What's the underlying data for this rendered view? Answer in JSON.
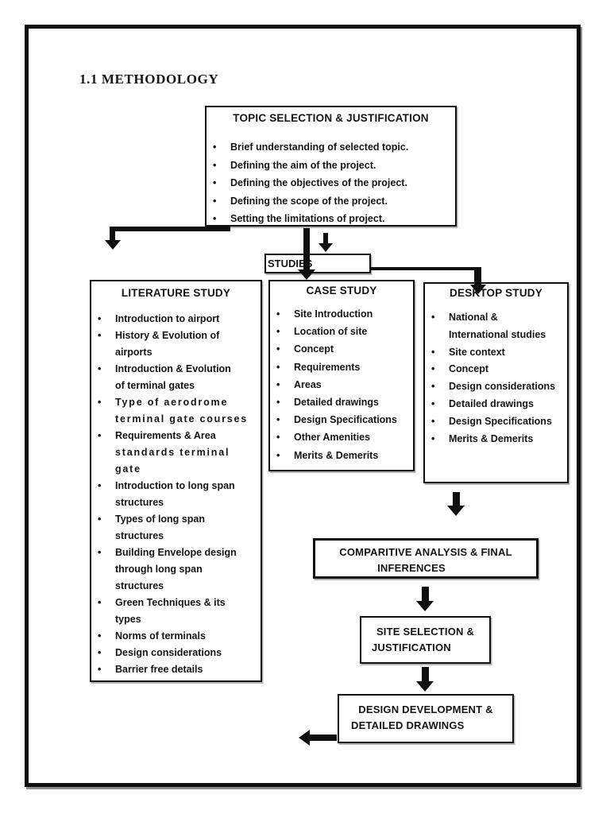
{
  "page": {
    "heading": "1.1 METHODOLOGY"
  },
  "colors": {
    "ink": "#0f0f0f",
    "paper": "#ffffff"
  },
  "topic_box": {
    "title": "TOPIC SELECTION & JUSTIFICATION",
    "items": [
      "Brief understanding of selected topic.",
      "Defining the aim of the project.",
      "Defining the objectives of the project.",
      "Defining the scope of the project.",
      "Setting the limitations of project."
    ]
  },
  "studies_box": {
    "label": "STUDIES"
  },
  "literature_box": {
    "title": "LITERATURE STUDY",
    "items": [
      {
        "lines": [
          "Introduction to airport"
        ]
      },
      {
        "lines": [
          "History & Evolution of",
          "airports"
        ]
      },
      {
        "lines": [
          "Introduction & Evolution",
          "of terminal gates"
        ]
      },
      {
        "lines": [
          {
            "text": "Type of aerodrome",
            "tracked": true
          },
          {
            "text": "terminal gate courses",
            "tracked": true
          }
        ]
      },
      {
        "lines": [
          "Requirements & Area",
          {
            "text": "standards terminal",
            "tracked": true
          },
          {
            "text": "gate",
            "tracked": true
          }
        ]
      },
      {
        "lines": [
          "Introduction to long span",
          "structures"
        ]
      },
      {
        "lines": [
          "Types of long span",
          "structures"
        ]
      },
      {
        "lines": [
          "Building Envelope design",
          "through long span",
          "structures"
        ]
      },
      {
        "lines": [
          "Green Techniques & its",
          "types"
        ]
      },
      {
        "lines": [
          "Norms of terminals"
        ]
      },
      {
        "lines": [
          "Design considerations"
        ]
      },
      {
        "lines": [
          "Barrier free details"
        ]
      }
    ]
  },
  "case_box": {
    "title": "CASE STUDY",
    "items": [
      "Site Introduction",
      "Location of site",
      "Concept",
      "Requirements",
      "Areas",
      "Detailed drawings",
      "Design Specifications",
      "Other Amenities",
      "Merits & Demerits"
    ]
  },
  "desktop_box": {
    "title": "DESKTOP STUDY",
    "items": [
      {
        "lines": [
          "National &",
          "International studies"
        ]
      },
      {
        "lines": [
          "Site context"
        ]
      },
      {
        "lines": [
          "Concept"
        ]
      },
      {
        "lines": [
          "Design considerations"
        ]
      },
      {
        "lines": [
          "Detailed drawings"
        ]
      },
      {
        "lines": [
          "Design Specifications"
        ]
      },
      {
        "lines": [
          "Merits & Demerits"
        ]
      }
    ]
  },
  "comparative_box": {
    "lines": [
      "COMPARITIVE ANALYSIS & FINAL",
      "INFERENCES"
    ]
  },
  "site_box": {
    "lines": [
      "SITE SELECTION &",
      "JUSTIFICATION"
    ]
  },
  "design_box": {
    "lines": [
      "DESIGN DEVELOPMENT &",
      "DETAILED DRAWINGS"
    ]
  }
}
